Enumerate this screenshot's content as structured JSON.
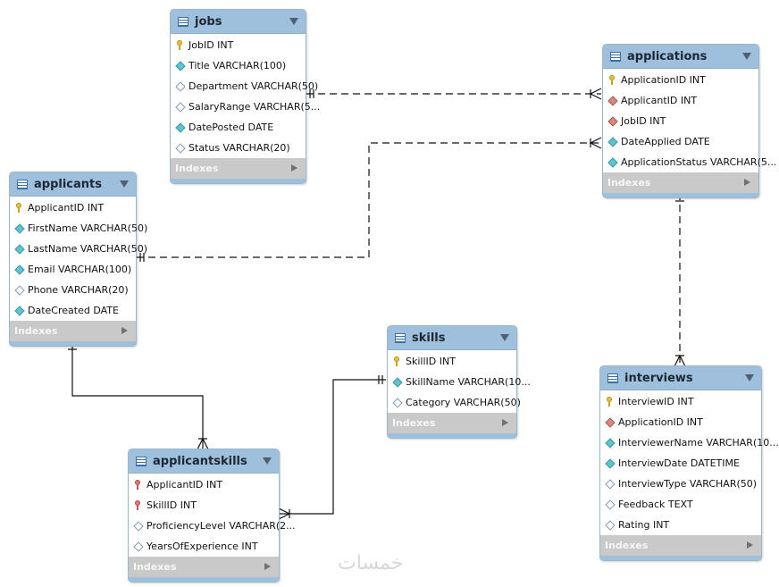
{
  "footer_label": "Indexes",
  "watermark": "خمسات",
  "colors": {
    "header": "#9ec0dc",
    "footer": "#c9c9c9",
    "line": "#111111"
  },
  "tables": {
    "jobs": {
      "name": "jobs",
      "columns": [
        {
          "icon": "primary-key-icon",
          "label": "JobID INT"
        },
        {
          "icon": "filled-diamond-icon",
          "label": "Title VARCHAR(100)"
        },
        {
          "icon": "empty-diamond-icon",
          "label": "Department VARCHAR(50)"
        },
        {
          "icon": "empty-diamond-icon",
          "label": "SalaryRange VARCHAR(5..."
        },
        {
          "icon": "filled-diamond-icon",
          "label": "DatePosted DATE"
        },
        {
          "icon": "empty-diamond-icon",
          "label": "Status VARCHAR(20)"
        }
      ]
    },
    "applications": {
      "name": "applications",
      "columns": [
        {
          "icon": "primary-key-icon",
          "label": "ApplicationID INT"
        },
        {
          "icon": "foreign-key-diamond-icon",
          "label": "ApplicantID INT"
        },
        {
          "icon": "foreign-key-diamond-icon",
          "label": "JobID INT"
        },
        {
          "icon": "filled-diamond-icon",
          "label": "DateApplied DATE"
        },
        {
          "icon": "filled-diamond-icon",
          "label": "ApplicationStatus VARCHAR(5..."
        }
      ]
    },
    "applicants": {
      "name": "applicants",
      "columns": [
        {
          "icon": "primary-key-icon",
          "label": "ApplicantID INT"
        },
        {
          "icon": "filled-diamond-icon",
          "label": "FirstName VARCHAR(50)"
        },
        {
          "icon": "filled-diamond-icon",
          "label": "LastName VARCHAR(50)"
        },
        {
          "icon": "filled-diamond-icon",
          "label": "Email VARCHAR(100)"
        },
        {
          "icon": "empty-diamond-icon",
          "label": "Phone VARCHAR(20)"
        },
        {
          "icon": "filled-diamond-icon",
          "label": "DateCreated DATE"
        }
      ]
    },
    "skills": {
      "name": "skills",
      "columns": [
        {
          "icon": "primary-key-icon",
          "label": "SkillID INT"
        },
        {
          "icon": "filled-diamond-icon",
          "label": "SkillName VARCHAR(10..."
        },
        {
          "icon": "empty-diamond-icon",
          "label": "Category VARCHAR(50)"
        }
      ]
    },
    "interviews": {
      "name": "interviews",
      "columns": [
        {
          "icon": "primary-key-icon",
          "label": "InterviewID INT"
        },
        {
          "icon": "foreign-key-diamond-icon",
          "label": "ApplicationID INT"
        },
        {
          "icon": "filled-diamond-icon",
          "label": "InterviewerName VARCHAR(10..."
        },
        {
          "icon": "filled-diamond-icon",
          "label": "InterviewDate DATETIME"
        },
        {
          "icon": "empty-diamond-icon",
          "label": "InterviewType VARCHAR(50)"
        },
        {
          "icon": "empty-diamond-icon",
          "label": "Feedback TEXT"
        },
        {
          "icon": "empty-diamond-icon",
          "label": "Rating INT"
        }
      ]
    },
    "applicantskills": {
      "name": "applicantskills",
      "columns": [
        {
          "icon": "foreign-primary-key-icon",
          "label": "ApplicantID INT"
        },
        {
          "icon": "foreign-primary-key-icon",
          "label": "SkillID INT"
        },
        {
          "icon": "empty-diamond-icon",
          "label": "ProficiencyLevel VARCHAR(2..."
        },
        {
          "icon": "empty-diamond-icon",
          "label": "YearsOfExperience INT"
        }
      ]
    }
  },
  "relationships": [
    {
      "from": "jobs",
      "to": "applications",
      "kind": "one-to-many",
      "style": "dashed"
    },
    {
      "from": "applicants",
      "to": "applications",
      "kind": "one-to-many",
      "style": "dashed"
    },
    {
      "from": "applications",
      "to": "interviews",
      "kind": "one-to-many",
      "style": "dashed"
    },
    {
      "from": "applicants",
      "to": "applicantskills",
      "kind": "one-to-many",
      "style": "solid"
    },
    {
      "from": "skills",
      "to": "applicantskills",
      "kind": "one-to-many",
      "style": "solid"
    }
  ]
}
